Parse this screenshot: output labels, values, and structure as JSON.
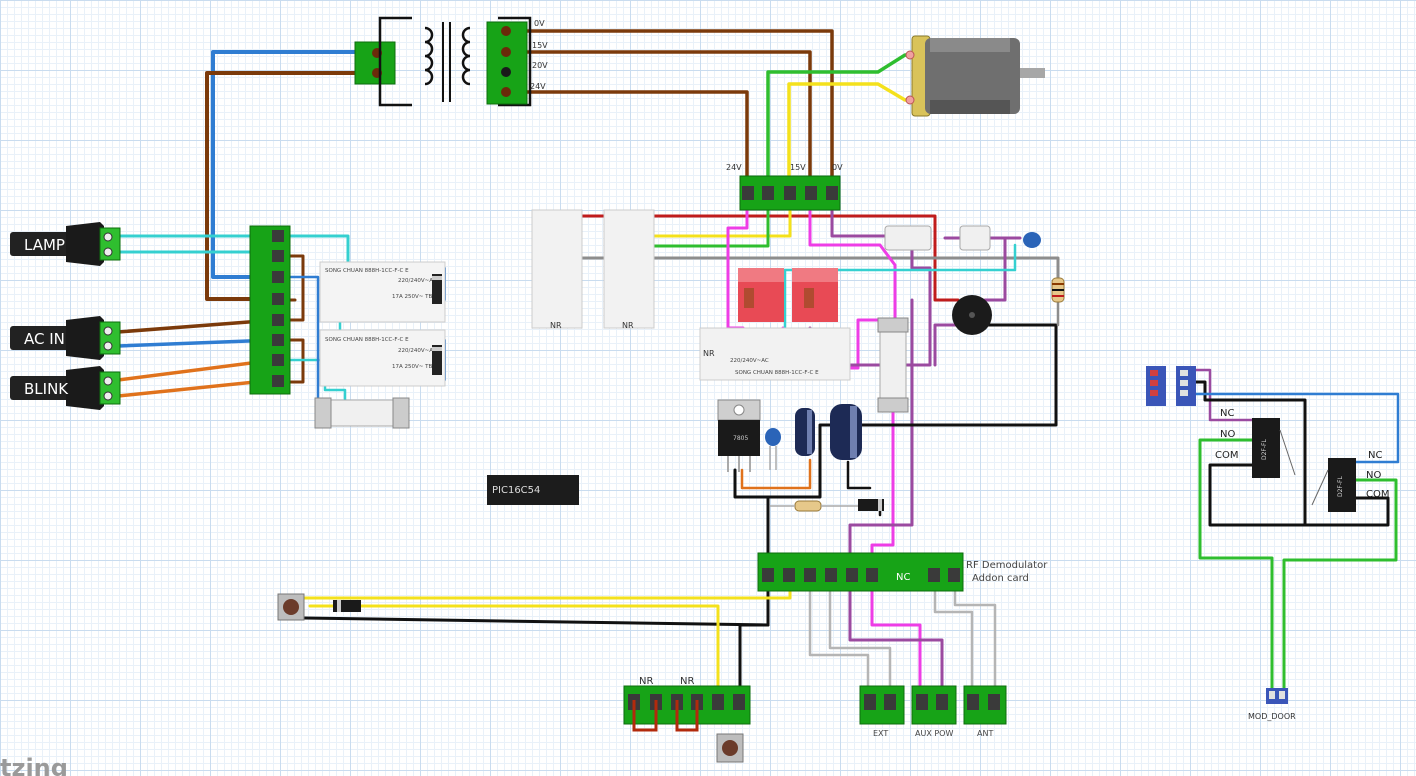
{
  "transformer": {
    "taps": [
      "0V",
      "15V",
      "20V",
      "24V"
    ]
  },
  "motor_header": {
    "labels": [
      "24V",
      "15V",
      "0V"
    ]
  },
  "jacks": [
    "LAMP",
    "AC IN",
    "BLINK"
  ],
  "relays": {
    "small_1": {
      "line1": "SONG CHUAN   888H-1CC-F-C E",
      "line2": "220/240V~AC",
      "line3": "17A 250V~ TBS"
    },
    "small_2": {
      "line1": "SONG CHUAN   888H-1CC-F-C E",
      "line2": "220/240V~AC",
      "line3": "17A 250V~ TBS"
    },
    "vertical_label": "NR",
    "horizontal": {
      "line1": "SONG CHUAN   888H-1CC-F-C E",
      "line2": "220/240V~AC",
      "tag": "NR"
    }
  },
  "ic": {
    "label": "PIC16C54"
  },
  "regulator": {
    "label": "7805"
  },
  "rf_card": {
    "title_line1": "RF Demodulator",
    "title_line2": "Addon card",
    "nc": "NC"
  },
  "bottom_headers": {
    "nr1": "NR",
    "nr2": "NR",
    "ext": "EXT",
    "aux": "AUX POW",
    "ant": "ANT"
  },
  "door_switch": {
    "sw1": {
      "nc": "NC",
      "no": "NO",
      "com": "COM",
      "part": "D2F-FL"
    },
    "sw2": {
      "nc": "NC",
      "no": "NO",
      "com": "COM",
      "part": "D2F-FL"
    },
    "connector": "MOD_DOOR"
  },
  "brand": "tzing",
  "colors": {
    "board_green": "#17a317",
    "wire_brown": "#7b3a0b",
    "wire_blue": "#2f7dd2",
    "wire_cyan": "#35d0d0",
    "wire_orange": "#e0721c",
    "wire_green": "#2fbe2f",
    "wire_yellow": "#f4e11c",
    "wire_magenta": "#ee3de6",
    "wire_purple": "#9b4aa0",
    "wire_red": "#c01c1c",
    "wire_black": "#111111",
    "wire_grey": "#8d8d8d"
  }
}
